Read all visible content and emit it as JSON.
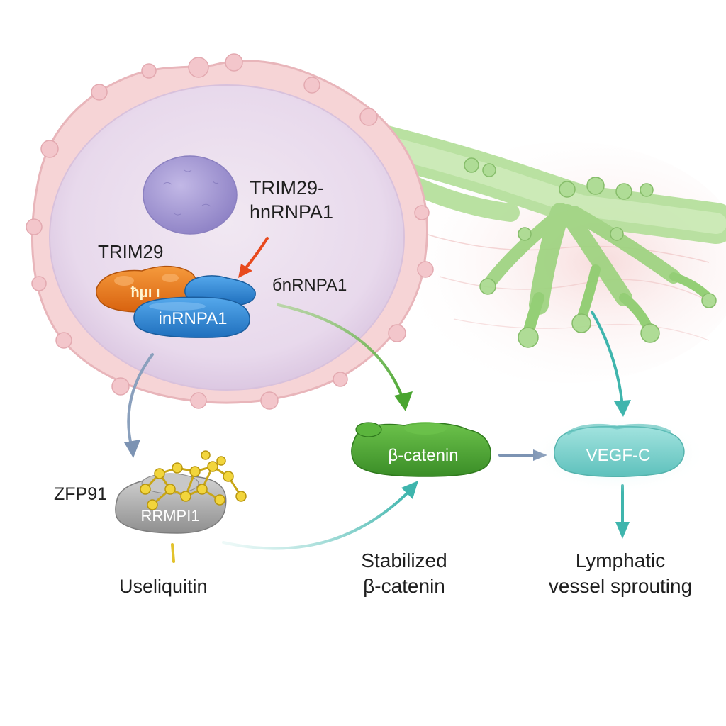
{
  "labels": {
    "complex_line1": "TRIM29-",
    "complex_line2": "hnRNPA1",
    "trim29": "TRIM29",
    "hnrnpa1_right": "бnRNPA1",
    "hnrnpa1_mol": "inRNPA1",
    "trim29_mol": "ħμı ı",
    "zfp91": "ZFP91",
    "grey_mol": "RRMPI1",
    "useliquitin": "Useliquitin",
    "bcatenin_mol": "β-catenin",
    "stabilized_line1": "Stabilized",
    "stabilized_line2": "β-catenin",
    "vegfc_mol": "VEGF-C",
    "lymph_line1": "Lymphatic",
    "lymph_line2": "vessel sprouting"
  },
  "colors": {
    "cell_membrane": "#f3cdd0",
    "cytoplasm": "#ecdfee",
    "nucleus": "#a99ed6",
    "trim29": "#e8761e",
    "hnrnpa1": "#2f86d4",
    "red_arrow": "#e8491d",
    "green_arrow": "#5aab3c",
    "teal_arrow": "#3fb5ad",
    "slate_arrow": "#7c93b3",
    "bcatenin": "#4fa83a",
    "vegfc": "#7ed0cc",
    "vessel": "#a6d98b",
    "ubiquitin": "#f0d33a",
    "grey_protein": "#b9b9b9"
  }
}
